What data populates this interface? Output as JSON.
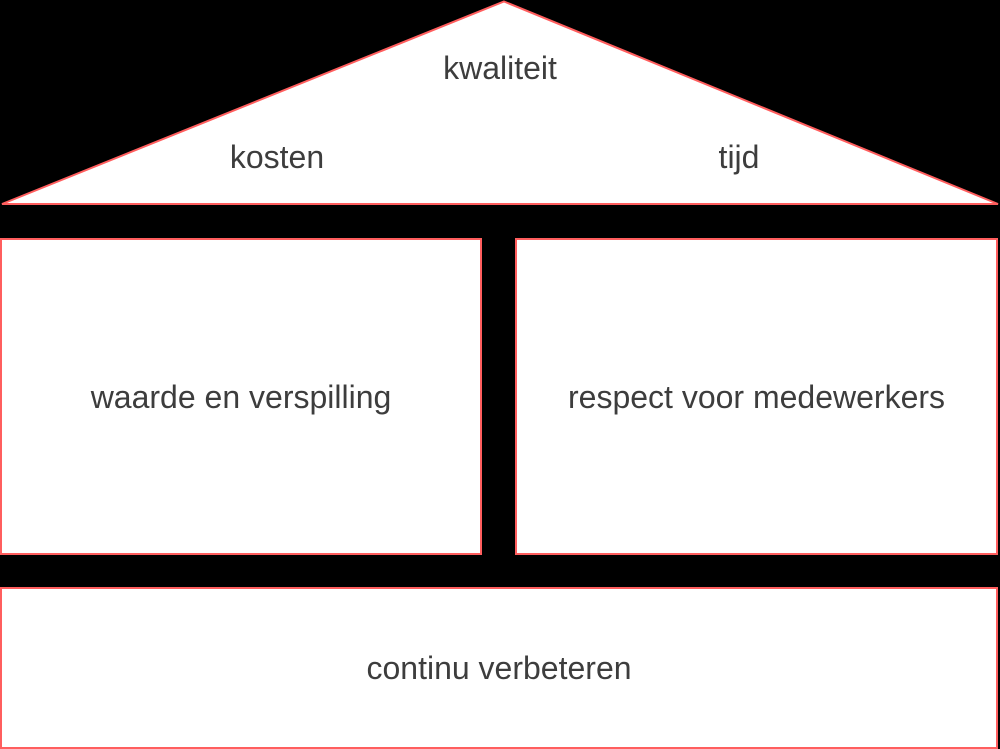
{
  "diagram": {
    "type": "house",
    "colors": {
      "background": "#000000",
      "fill": "#ffffff",
      "stroke": "#ff5e5e",
      "text": "#3d3d3d"
    },
    "roof": {
      "top_label": "kwaliteit",
      "left_label": "kosten",
      "right_label": "tijd"
    },
    "pillars": [
      {
        "label": "waarde en verspilling"
      },
      {
        "label": "respect voor medewerkers"
      }
    ],
    "foundation": {
      "label": "continu verbeteren"
    }
  }
}
